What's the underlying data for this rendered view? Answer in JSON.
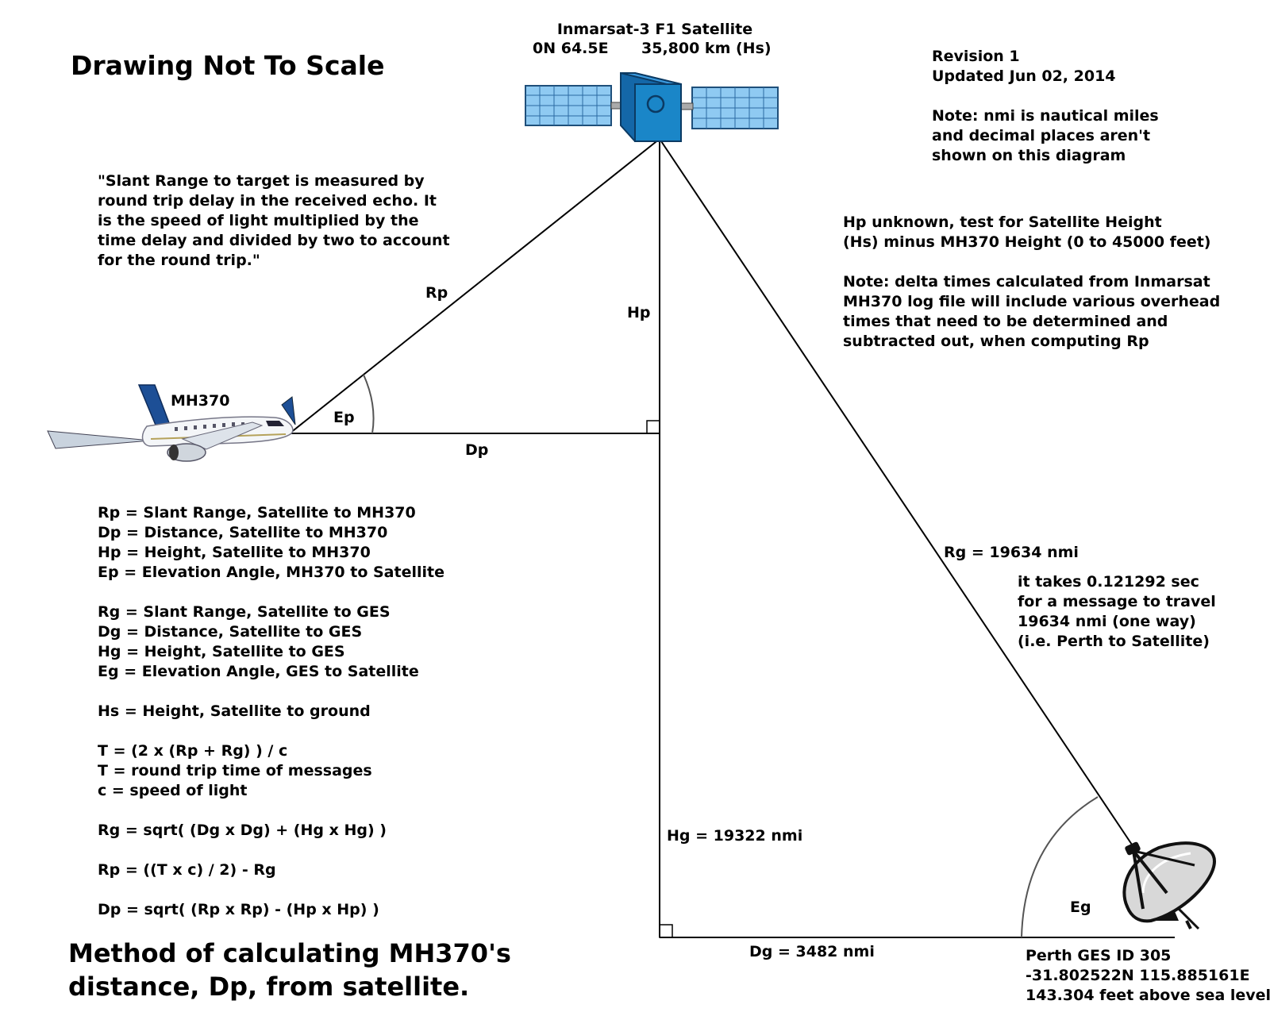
{
  "header": {
    "drawing_note": "Drawing Not To Scale"
  },
  "satellite": {
    "name": "Inmarsat-3 F1 Satellite",
    "position": "0N 64.5E",
    "height": "35,800 km (Hs)"
  },
  "revision": {
    "lines": [
      "Revision 1",
      "Updated Jun 02, 2014",
      "",
      "Note: nmi is nautical miles",
      "and decimal places aren't",
      "shown on this diagram"
    ]
  },
  "quote": {
    "lines": [
      "\"Slant Range to target is measured by",
      "round trip delay in the received echo. It",
      "is the speed of light multiplied by the",
      "time delay and divided by two to account",
      "for the round trip.\""
    ]
  },
  "hp_note": {
    "lines": [
      "Hp unknown, test for Satellite Height",
      "(Hs) minus MH370 Height (0 to 45000 feet)",
      "",
      "Note: delta times calculated from Inmarsat",
      "MH370 log file will include various overhead",
      "times that need to be determined and",
      "subtracted out, when computing Rp"
    ]
  },
  "labels": {
    "rp": "Rp",
    "hp": "Hp",
    "ep": "Ep",
    "dp": "Dp",
    "aircraft": "MH370",
    "rg": "Rg = 19634 nmi",
    "hg": "Hg = 19322 nmi",
    "dg": "Dg = 3482 nmi",
    "eg": "Eg"
  },
  "travel_note": {
    "lines": [
      "it takes 0.121292 sec",
      "for a message to travel",
      "19634 nmi (one way)",
      "(i.e. Perth to Satellite)"
    ]
  },
  "legend": {
    "lines": [
      "Rp = Slant Range, Satellite to MH370",
      "Dp = Distance, Satellite to MH370",
      "Hp = Height, Satellite to MH370",
      "Ep = Elevation Angle, MH370 to Satellite",
      "",
      "Rg = Slant Range, Satellite to GES",
      "Dg = Distance, Satellite to GES",
      "Hg = Height, Satellite to GES",
      "Eg = Elevation Angle, GES to Satellite",
      "",
      "Hs = Height, Satellite to ground",
      "",
      "T = (2 x (Rp + Rg) ) / c",
      "T = round trip time of messages",
      "c = speed of light",
      "",
      "Rg = sqrt( (Dg x Dg) + (Hg x Hg) )",
      "",
      "Rp = ((T x c) / 2) - Rg",
      "",
      "Dp = sqrt( (Rp x Rp) - (Hp x Hp) )"
    ]
  },
  "footer": {
    "lines": [
      "Method of calculating MH370's",
      "distance, Dp, from satellite."
    ]
  },
  "ges": {
    "lines": [
      "Perth GES ID 305",
      "-31.802522N 115.885161E",
      "143.304 feet above sea level"
    ]
  },
  "colors": {
    "satellite_body": "#1a86c8",
    "solar_panel": "#8fcaf2",
    "aircraft_tail": "#1d4f96",
    "dish": "#d8d8d8"
  }
}
